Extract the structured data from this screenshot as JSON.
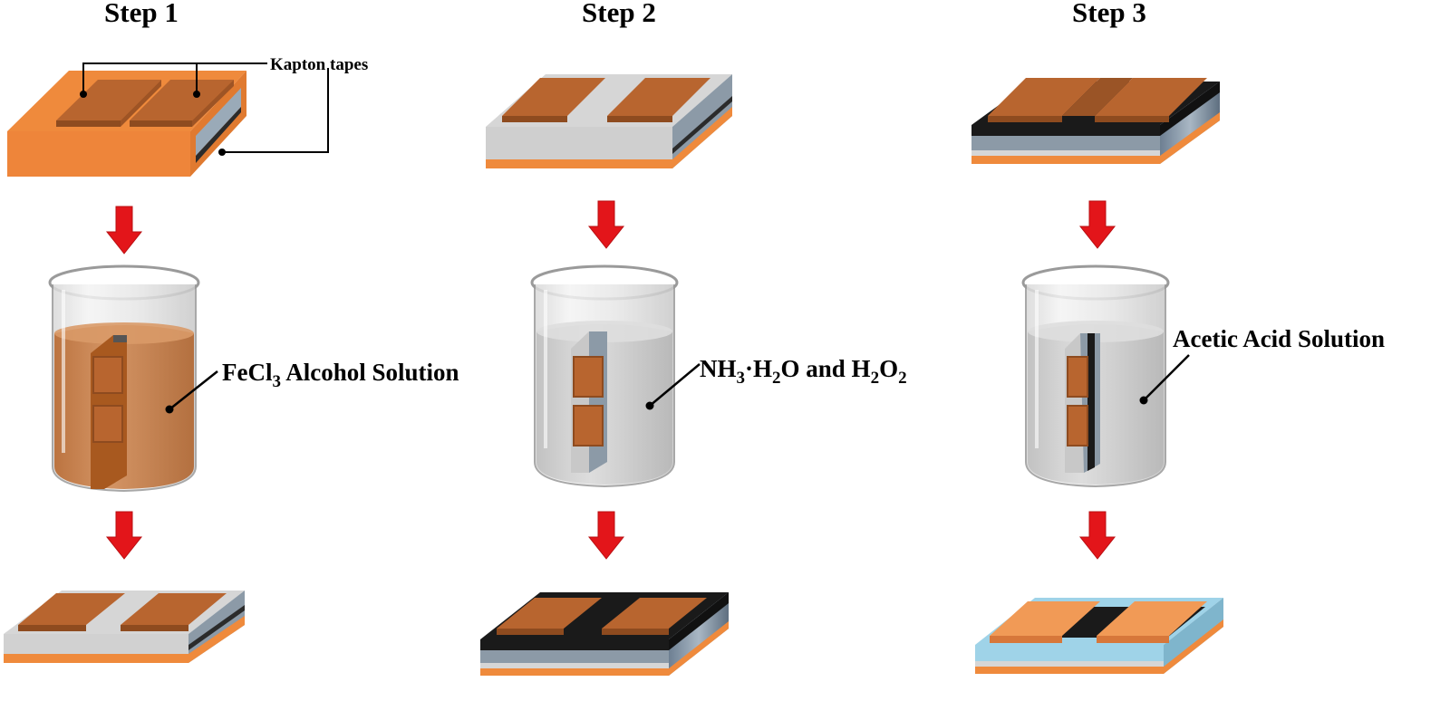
{
  "steps": [
    {
      "title": "Step 1",
      "solution_label": {
        "base": "FeCl",
        "sub": "3",
        "rest": " Alcohol Solution"
      }
    },
    {
      "title": "Step 2",
      "solution_label": {
        "parts": [
          "NH",
          "3",
          "·H",
          "2",
          "O and H",
          "2",
          "O",
          "2"
        ]
      }
    },
    {
      "title": "Step 3",
      "solution_label": {
        "text": "Acetic Acid Solution"
      }
    }
  ],
  "callout": {
    "kapton": "Kapton tapes"
  },
  "colors": {
    "copper": "#ef8a3c",
    "copper_dark": "#c96a24",
    "tape": "#b8652f",
    "tape_dark": "#8e4b1f",
    "gray_layer": "#d6d6d6",
    "black_layer": "#1a1a1a",
    "blue_layer": "#9fd3e8",
    "arrow": "#e3151a",
    "beaker_glass": "#e9e9e9",
    "solution_brown": "#c9753f",
    "solution_gray": "#cfcfcf"
  }
}
